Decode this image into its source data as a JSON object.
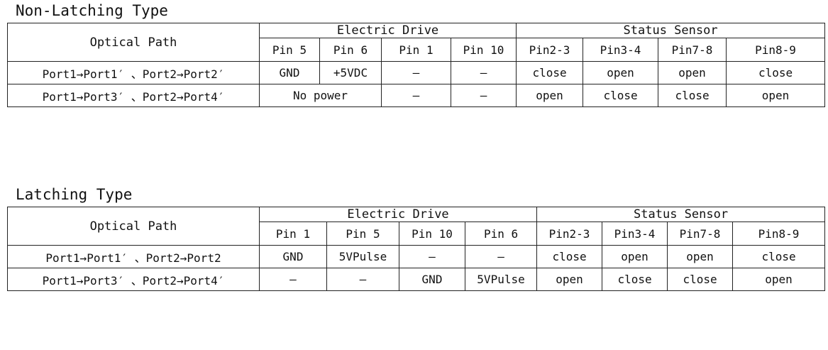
{
  "sections": [
    {
      "title": "Non-Latching Type",
      "headers": {
        "optical_path": "Optical Path",
        "electric_drive": "Electric Drive",
        "status_sensor": "Status Sensor"
      },
      "drive_pins": [
        "Pin 5",
        "Pin 6",
        "Pin 1",
        "Pin 10"
      ],
      "sensor_pins": [
        "Pin2-3",
        "Pin3-4",
        "Pin7-8",
        "Pin8-9"
      ],
      "rows": [
        {
          "path": "Port1→Port1′ 、Port2→Port2′",
          "drive": [
            "GND",
            "+5VDC",
            "–",
            "–"
          ],
          "sensor": [
            "close",
            "open",
            "open",
            "close"
          ]
        },
        {
          "path": "Port1→Port3′ 、Port2→Port4′",
          "drive_merged": "No power",
          "drive": [
            "–",
            "–"
          ],
          "sensor": [
            "open",
            "close",
            "close",
            "open"
          ]
        }
      ]
    },
    {
      "title": "Latching Type",
      "headers": {
        "optical_path": "Optical Path",
        "electric_drive": "Electric Drive",
        "status_sensor": "Status Sensor"
      },
      "drive_pins": [
        "Pin 1",
        "Pin 5",
        "Pin 10",
        "Pin 6"
      ],
      "sensor_pins": [
        "Pin2-3",
        "Pin3-4",
        "Pin7-8",
        "Pin8-9"
      ],
      "rows": [
        {
          "path": "Port1→Port1′ 、Port2→Port2",
          "drive": [
            "GND",
            "5VPulse",
            "–",
            "–"
          ],
          "sensor": [
            "close",
            "open",
            "open",
            "close"
          ]
        },
        {
          "path": "Port1→Port3′ 、Port2→Port4′",
          "drive": [
            "–",
            "–",
            "GND",
            "5VPulse"
          ],
          "sensor": [
            "open",
            "close",
            "close",
            "open"
          ]
        }
      ]
    }
  ]
}
